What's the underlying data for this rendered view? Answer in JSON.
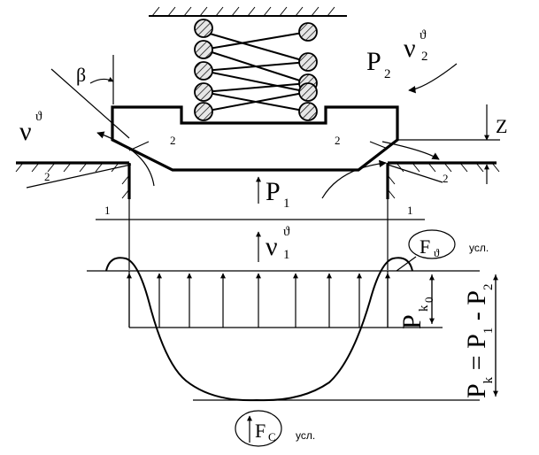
{
  "labels": {
    "beta": "β",
    "nu": "ν",
    "nu_sup": "ϑ",
    "p2": "P",
    "p2_sub": "2",
    "nu2_sub": "2",
    "z": "Z",
    "p1": "P",
    "p1_sub": "1",
    "nu1": "ν",
    "nu1_sub": "1",
    "section_1": "1",
    "section_2": "2",
    "f_nu": "F",
    "f_nu_sub": "ϑ",
    "f_c": "F",
    "f_c_sub": "C",
    "usl": "усл.",
    "pk0": "P",
    "pk0_sub": "k",
    "pk0_subsub": "0",
    "pk_eq": "P",
    "pk_eq_sub": "k",
    "pk_rhs": " = P",
    "pk_rhs_sub1": "1",
    "pk_minus": " - P",
    "pk_rhs_sub2": "2"
  },
  "colors": {
    "ink": "#000000",
    "hatch_fill": "#cfcfcf",
    "background": "#ffffff"
  }
}
